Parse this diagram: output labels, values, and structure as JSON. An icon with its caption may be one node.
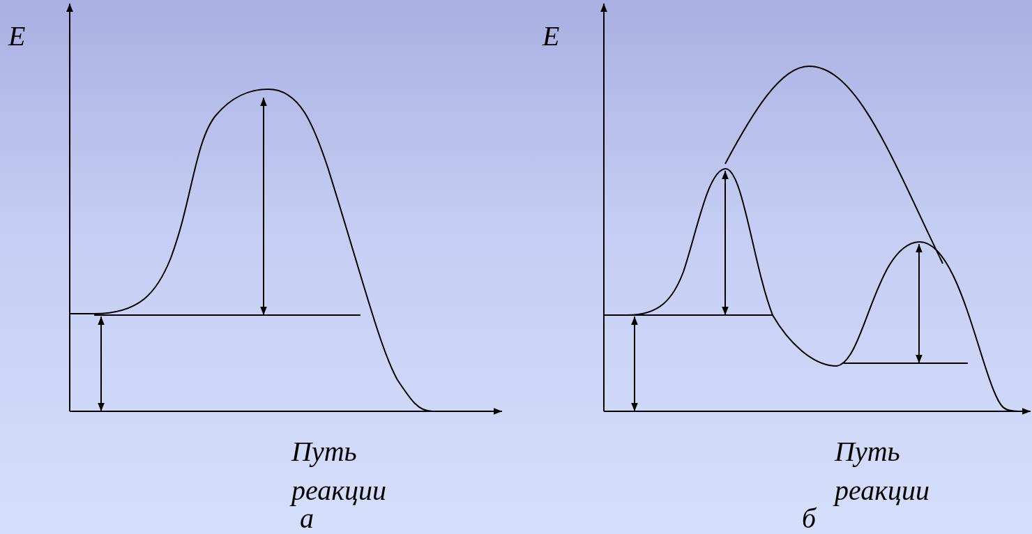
{
  "diagram": {
    "labels": [
      "E",
      "Путь реакции",
      "а",
      "E",
      "Путь реакции",
      "б"
    ]
  }
}
